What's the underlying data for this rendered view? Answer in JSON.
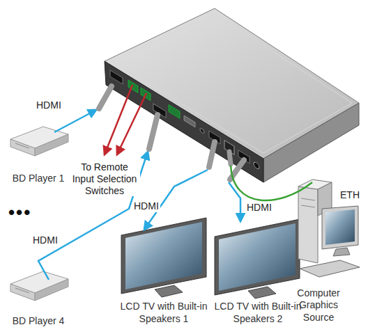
{
  "diagram": {
    "nodes": [
      {
        "text": [
          "BD Player 1"
        ]
      },
      {
        "text": [
          "BD Player 4"
        ]
      },
      {
        "text": [
          "LCD TV with Built-in Speakers 1"
        ]
      },
      {
        "text": [
          "LCD TV with Built-in Speakers 2"
        ]
      },
      {
        "text": [
          "Computer Graphics Source"
        ]
      }
    ],
    "labels": [
      "HDMI",
      "To Remote Input Selection Switches",
      "•••",
      "HDMI",
      "HDMI",
      "HDMI",
      "ETH"
    ]
  }
}
